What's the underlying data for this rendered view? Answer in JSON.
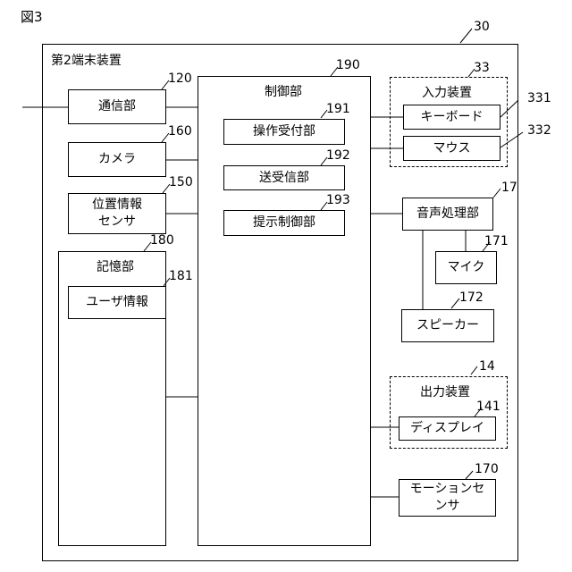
{
  "figure_label": "図3",
  "device": {
    "ref": "30",
    "title": "第2端末装置"
  },
  "control": {
    "ref": "190",
    "label": "制御部",
    "units": [
      {
        "ref": "191",
        "label": "操作受付部"
      },
      {
        "ref": "192",
        "label": "送受信部"
      },
      {
        "ref": "193",
        "label": "提示制御部"
      }
    ]
  },
  "left": {
    "comm": {
      "ref": "120",
      "label": "通信部"
    },
    "camera": {
      "ref": "160",
      "label": "カメラ"
    },
    "position": {
      "ref": "150",
      "line1": "位置情報",
      "line2": "センサ"
    },
    "storage": {
      "ref": "180",
      "label": "記憶部",
      "user": {
        "ref": "181",
        "label": "ユーザ情報"
      }
    }
  },
  "input_device": {
    "ref": "33",
    "label": "入力装置",
    "keyboard": {
      "ref": "331",
      "label": "キーボード"
    },
    "mouse": {
      "ref": "332",
      "label": "マウス"
    }
  },
  "audio": {
    "ref": "17",
    "label": "音声処理部",
    "mic": {
      "ref": "171",
      "label": "マイク"
    },
    "speaker": {
      "ref": "172",
      "label": "スピーカー"
    }
  },
  "output_device": {
    "ref": "14",
    "label": "出力装置",
    "display": {
      "ref": "141",
      "label": "ディスプレイ"
    }
  },
  "motion": {
    "ref": "170",
    "line1": "モーションセ",
    "line2": "ンサ"
  }
}
